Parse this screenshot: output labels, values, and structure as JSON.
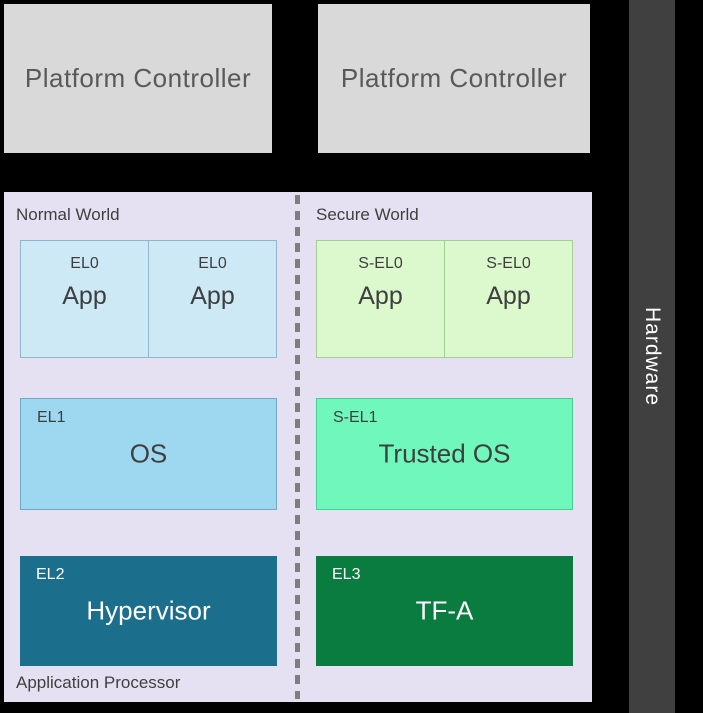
{
  "controllers": [
    {
      "label": "Platform Controller"
    },
    {
      "label": "Platform Controller"
    }
  ],
  "hardware": {
    "label": "Hardware"
  },
  "ap": {
    "title": "Application Processor",
    "worlds": [
      {
        "name": "Normal World",
        "el0": [
          {
            "level": "EL0",
            "name": "App"
          },
          {
            "level": "EL0",
            "name": "App"
          }
        ],
        "mid": {
          "level": "EL1",
          "name": "OS"
        },
        "bottom": {
          "level": "EL2",
          "name": "Hypervisor"
        }
      },
      {
        "name": "Secure World",
        "el0": [
          {
            "level": "S-EL0",
            "name": "App"
          },
          {
            "level": "S-EL0",
            "name": "App"
          }
        ],
        "mid": {
          "level": "S-EL1",
          "name": "Trusted OS"
        },
        "bottom": {
          "level": "EL3",
          "name": "TF-A"
        }
      }
    ]
  },
  "colors": {
    "background": "#000000",
    "controller_fill": "#d9d9d9",
    "controller_text": "#595959",
    "hardware_fill": "#404040",
    "ap_fill": "#e6e1f2",
    "el0_fill": "#cde9f6",
    "el1_fill": "#9dd7f0",
    "el2_fill": "#1b6e8c",
    "sel0_fill": "#dcf8cd",
    "sel1_fill": "#70f7bb",
    "el3_fill": "#0b7c40",
    "divider": "#7f7f7f",
    "dark_text": "#3f3f3f"
  }
}
